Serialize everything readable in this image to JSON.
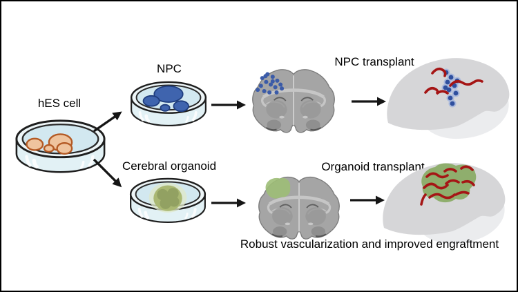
{
  "diagram": {
    "labels": {
      "hes_cell": "hES cell",
      "npc_dish": "NPC",
      "organoid_dish": "Cerebral organoid",
      "npc_transplant": "NPC transplant",
      "organoid_transplant": "Organoid transplant",
      "caption": "Robust vascularization and improved engraftment"
    },
    "colors": {
      "hes_colony": "#efc49e",
      "hes_colony_border": "#b45a24",
      "npc_colony": "#3f64ae",
      "npc_colony_border": "#1f3d7e",
      "organoid_halo": "#dfe8c8",
      "organoid_body": "#aab873",
      "organoid_lobe": "#8e9e60",
      "dish_glass": "#e2f1f5",
      "dish_liquid": "#d2e8f0",
      "dish_rim": "#eef6f8",
      "section_gray": "#a5a5a5",
      "graft_green": "#8fae6d",
      "graft_green_bright": "#9dbe77",
      "vessel_red": "#a51515",
      "npc_cell_blue": "#2f4f9e",
      "npc_cell_halo": "#9db1de",
      "dot_blue": "#3b5ba8",
      "brain_gray": "#d6d6d8",
      "brain_gray_light": "#ebecee",
      "arrow": "#151515"
    }
  }
}
